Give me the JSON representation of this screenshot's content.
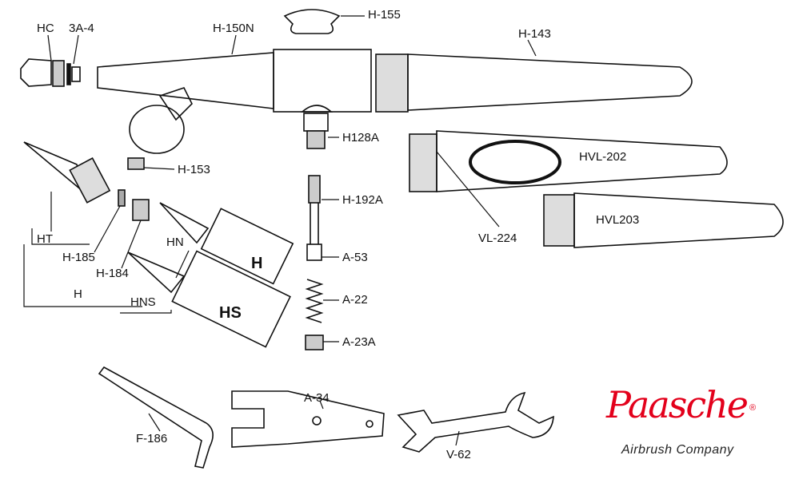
{
  "labels": {
    "hc": "HC",
    "a3_4": "3A-4",
    "h150n": "H-150N",
    "h155": "H-155",
    "h143": "H-143",
    "h128a": "H128A",
    "h153": "H-153",
    "h192a": "H-192A",
    "hvl202": "HVL-202",
    "vl224": "VL-224",
    "hvl203": "HVL203",
    "ht": "HT",
    "h185": "H-185",
    "h184": "H-184",
    "h": "H",
    "hn": "HN",
    "hns": "HNS",
    "h_part": "H",
    "hs_part": "HS",
    "a53": "A-53",
    "a22": "A-22",
    "a23a": "A-23A",
    "a34": "A-34",
    "f186": "F-186",
    "v62": "V-62"
  },
  "brand": {
    "name": "Paasche",
    "registered": "®",
    "tagline": "Airbrush Company",
    "color": "#e3001b"
  }
}
